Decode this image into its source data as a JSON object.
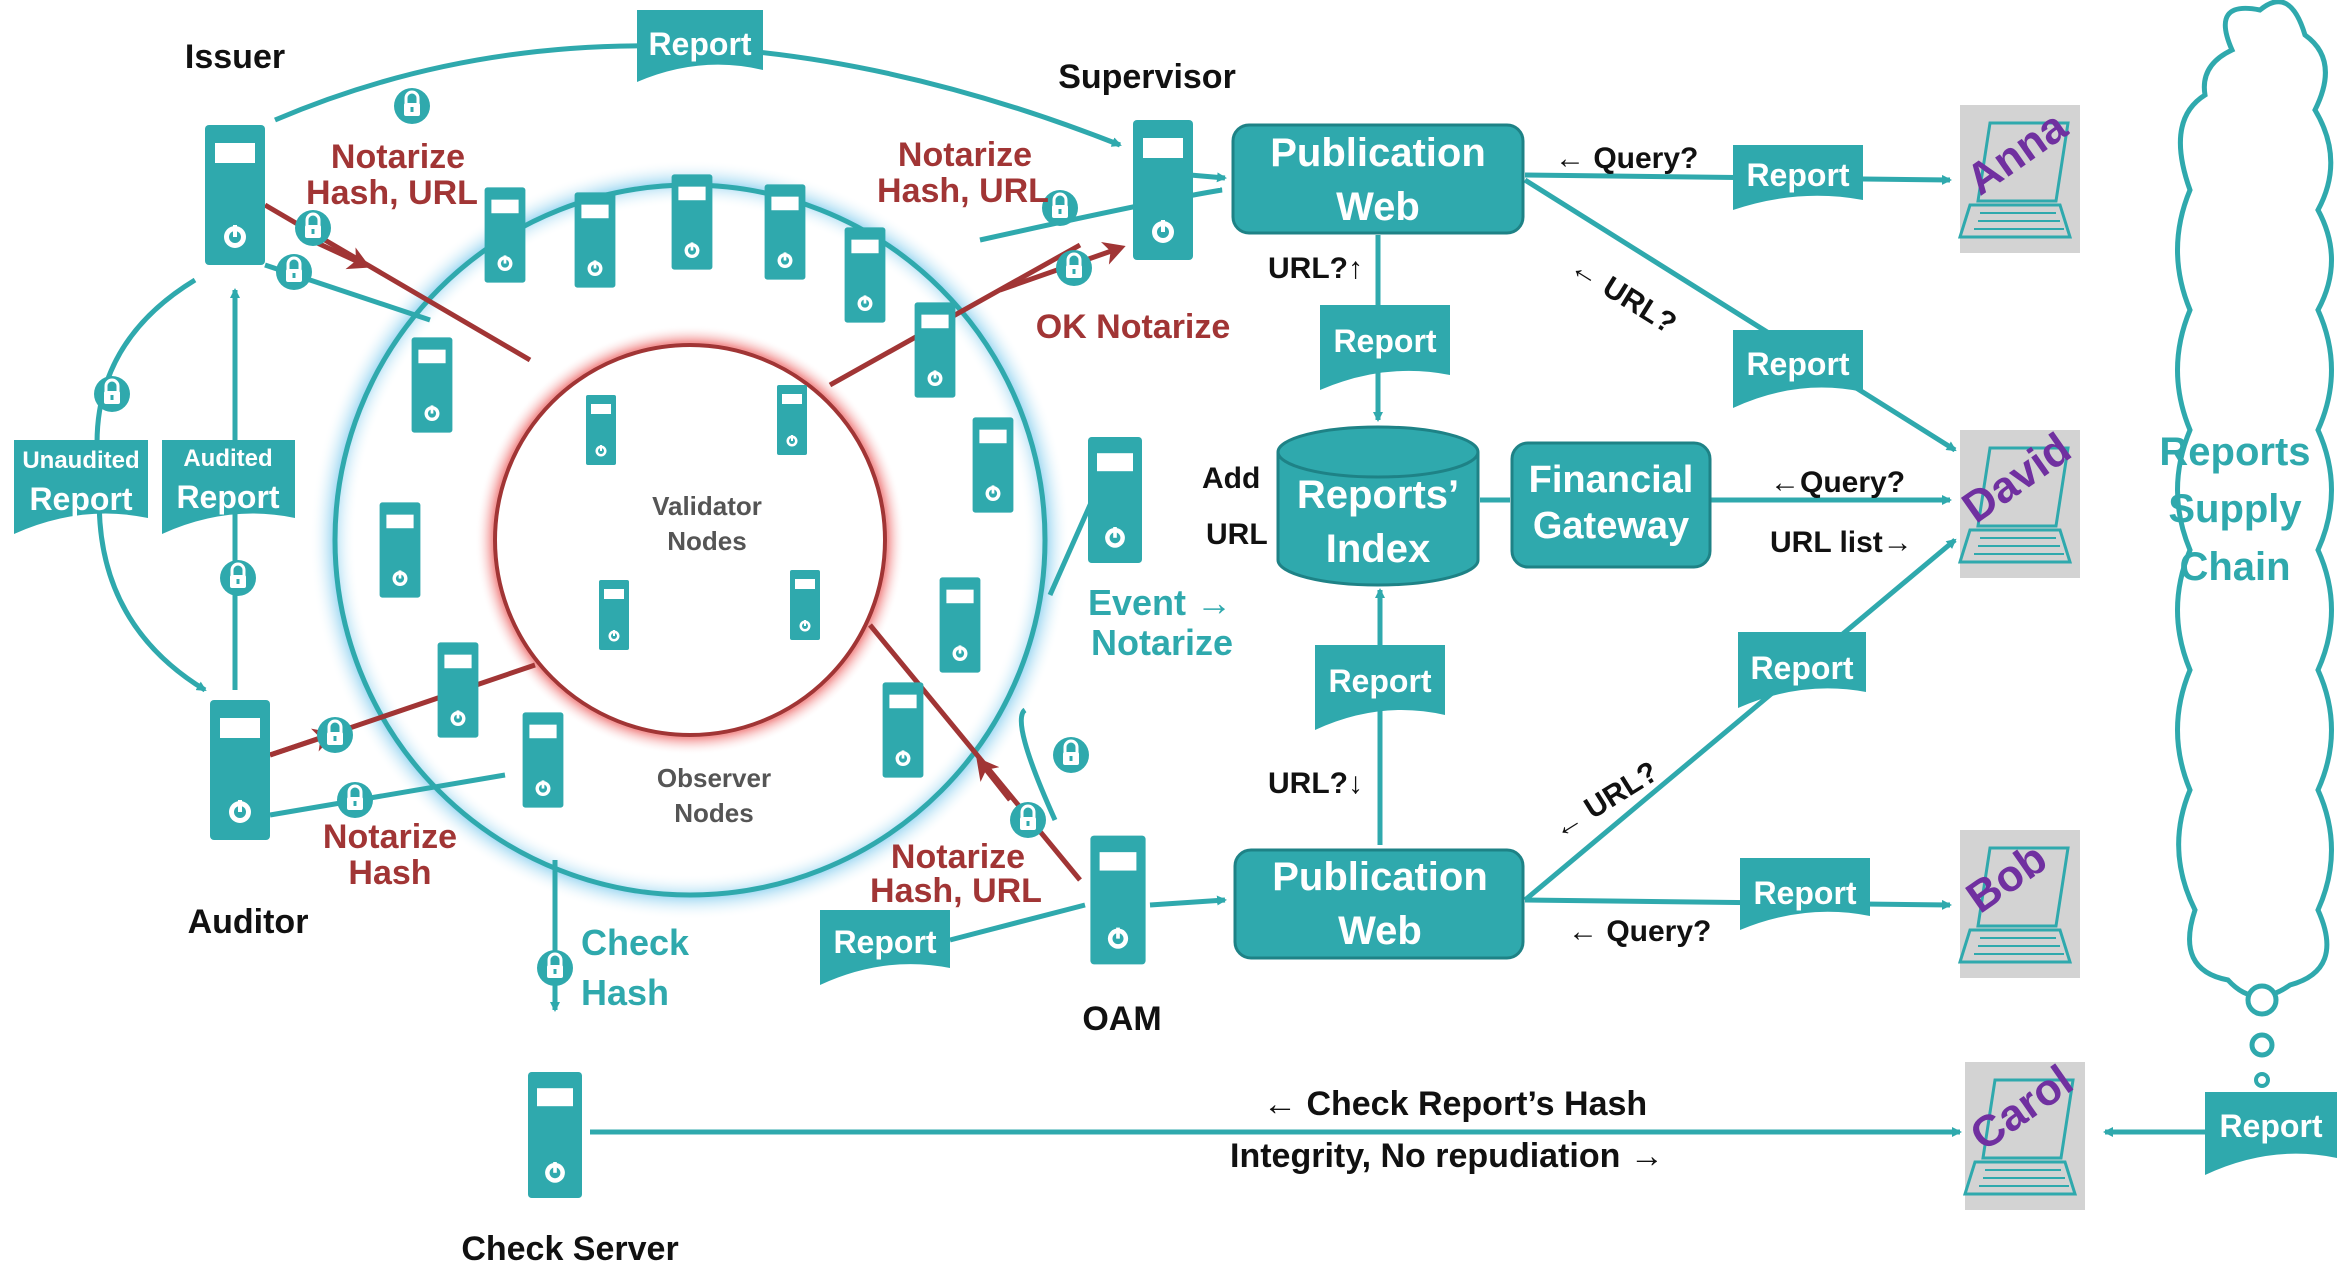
{
  "colors": {
    "teal": "#2fa9ad",
    "teal_dark": "#1e8286",
    "red": "#a13535",
    "black": "#111111",
    "purple": "#7030a0",
    "gray": "#d3d3d3",
    "white": "#ffffff",
    "node_ring_label": "#555555"
  },
  "actors": {
    "issuer": "Issuer",
    "supervisor": "Supervisor",
    "auditor": "Auditor",
    "oam": "OAM",
    "check_server": "Check Server"
  },
  "rings": {
    "inner": [
      "Validator",
      "Nodes"
    ],
    "outer": [
      "Observer",
      "Nodes"
    ]
  },
  "boxes": {
    "pub_web_top": [
      "Publication",
      "Web"
    ],
    "pub_web_bottom": [
      "Publication",
      "Web"
    ],
    "reports_index": [
      "Reports’",
      "Index"
    ],
    "financial_gateway": [
      "Financial",
      "Gateway"
    ]
  },
  "documents": {
    "report": "Report",
    "unaudited": [
      "Unaudited",
      "Report"
    ],
    "audited": [
      "Audited",
      "Report"
    ]
  },
  "labels": {
    "notarize_hash_url_left": [
      "Notarize",
      "Hash, URL"
    ],
    "notarize_hash_url_right": [
      "Notarize",
      "Hash, URL"
    ],
    "ok_notarize": "OK Notarize",
    "notarize_hash": [
      "Notarize",
      "Hash"
    ],
    "notarize_hash_url_oam": [
      "Notarize",
      "Hash, URL"
    ],
    "event_notarize": [
      "Event →",
      "Notarize"
    ],
    "check_hash": [
      "Check",
      "Hash"
    ],
    "add_url": [
      "Add",
      "URL"
    ],
    "url_up": "URL?↑",
    "url_down": "URL?↓",
    "query_top": "← Query?",
    "url_top": "← URL?",
    "query_mid": "←Query?",
    "url_list": "URL list→",
    "url_bottom": "← URL?",
    "query_bottom": "← Query?",
    "check_report_hash": "← Check Report’s Hash",
    "integrity": "Integrity, No repudiation →"
  },
  "users": {
    "anna": "Anna",
    "david": "David",
    "bob": "Bob",
    "carol": "Carol"
  },
  "cloud": [
    "Reports",
    "Supply",
    "Chain"
  ]
}
